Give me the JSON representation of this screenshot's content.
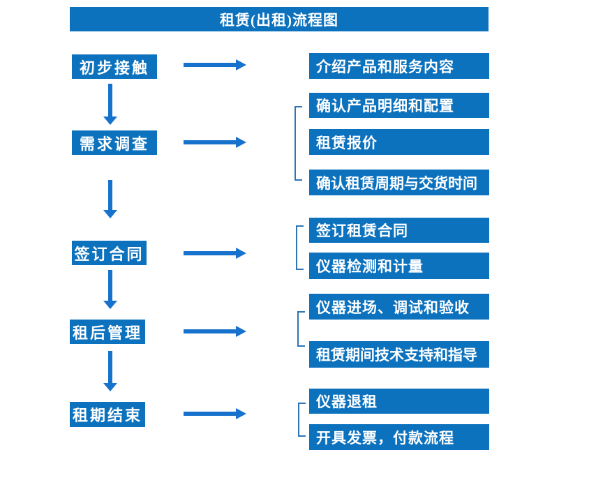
{
  "title": "租赁(出租)流程图",
  "colors": {
    "primary_blue": "#0D72BE",
    "arrow_blue": "#1772CE",
    "bracket_blue": "#2E75B6",
    "text_white": "#FFFFFF"
  },
  "flow": {
    "steps": [
      {
        "label": "初步接触",
        "details": [
          "介绍产品和服务内容"
        ]
      },
      {
        "label": "需求调查",
        "details": [
          "确认产品明细和配置",
          "租赁报价",
          "确认租赁周期与交货时间"
        ]
      },
      {
        "label": "签订合同",
        "details": [
          "签订租赁合同",
          "仪器检测和计量"
        ]
      },
      {
        "label": "租后管理",
        "details": [
          "仪器进场、调试和验收",
          "租赁期间技术支持和指导"
        ]
      },
      {
        "label": "租期结束",
        "details": [
          "仪器退租",
          "开具发票，付款流程"
        ]
      }
    ]
  }
}
